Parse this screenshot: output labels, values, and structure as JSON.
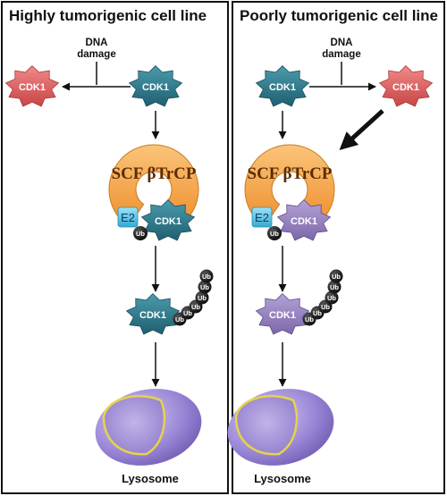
{
  "panels": {
    "left": {
      "title": "Highly tumorigenic cell line",
      "dna_damage_line1": "DNA",
      "dna_damage_line2": "damage",
      "cdk1_active": "CDK1",
      "cdk1_damaged": "CDK1",
      "scf_label": "SCF βTrCP",
      "e2_label": "E2",
      "ub_label": "Ub",
      "complex_cdk1": "CDK1",
      "ubiquitinated_cdk1": "CDK1",
      "lysosome_label": "Lysosome"
    },
    "right": {
      "title": "Poorly tumorigenic cell line",
      "dna_damage_line1": "DNA",
      "dna_damage_line2": "damage",
      "cdk1_active": "CDK1",
      "cdk1_damaged": "CDK1",
      "scf_label": "SCF βTrCP",
      "e2_label": "E2",
      "ub_label": "Ub",
      "complex_cdk1": "CDK1",
      "ubiquitinated_cdk1": "CDK1",
      "lysosome_label": "Lysosome"
    }
  },
  "colors": {
    "cdk1_teal": "#2f7f92",
    "cdk1_red": "#e26a6a",
    "cdk1_purple": "#9b86c2",
    "scf_orange": "#f6a64a",
    "e2_cyan": "#5ec8e6",
    "ub_black": "#111111",
    "lysosome_purple": "#9a86d6",
    "lysosome_rim": "#e6d34a"
  }
}
